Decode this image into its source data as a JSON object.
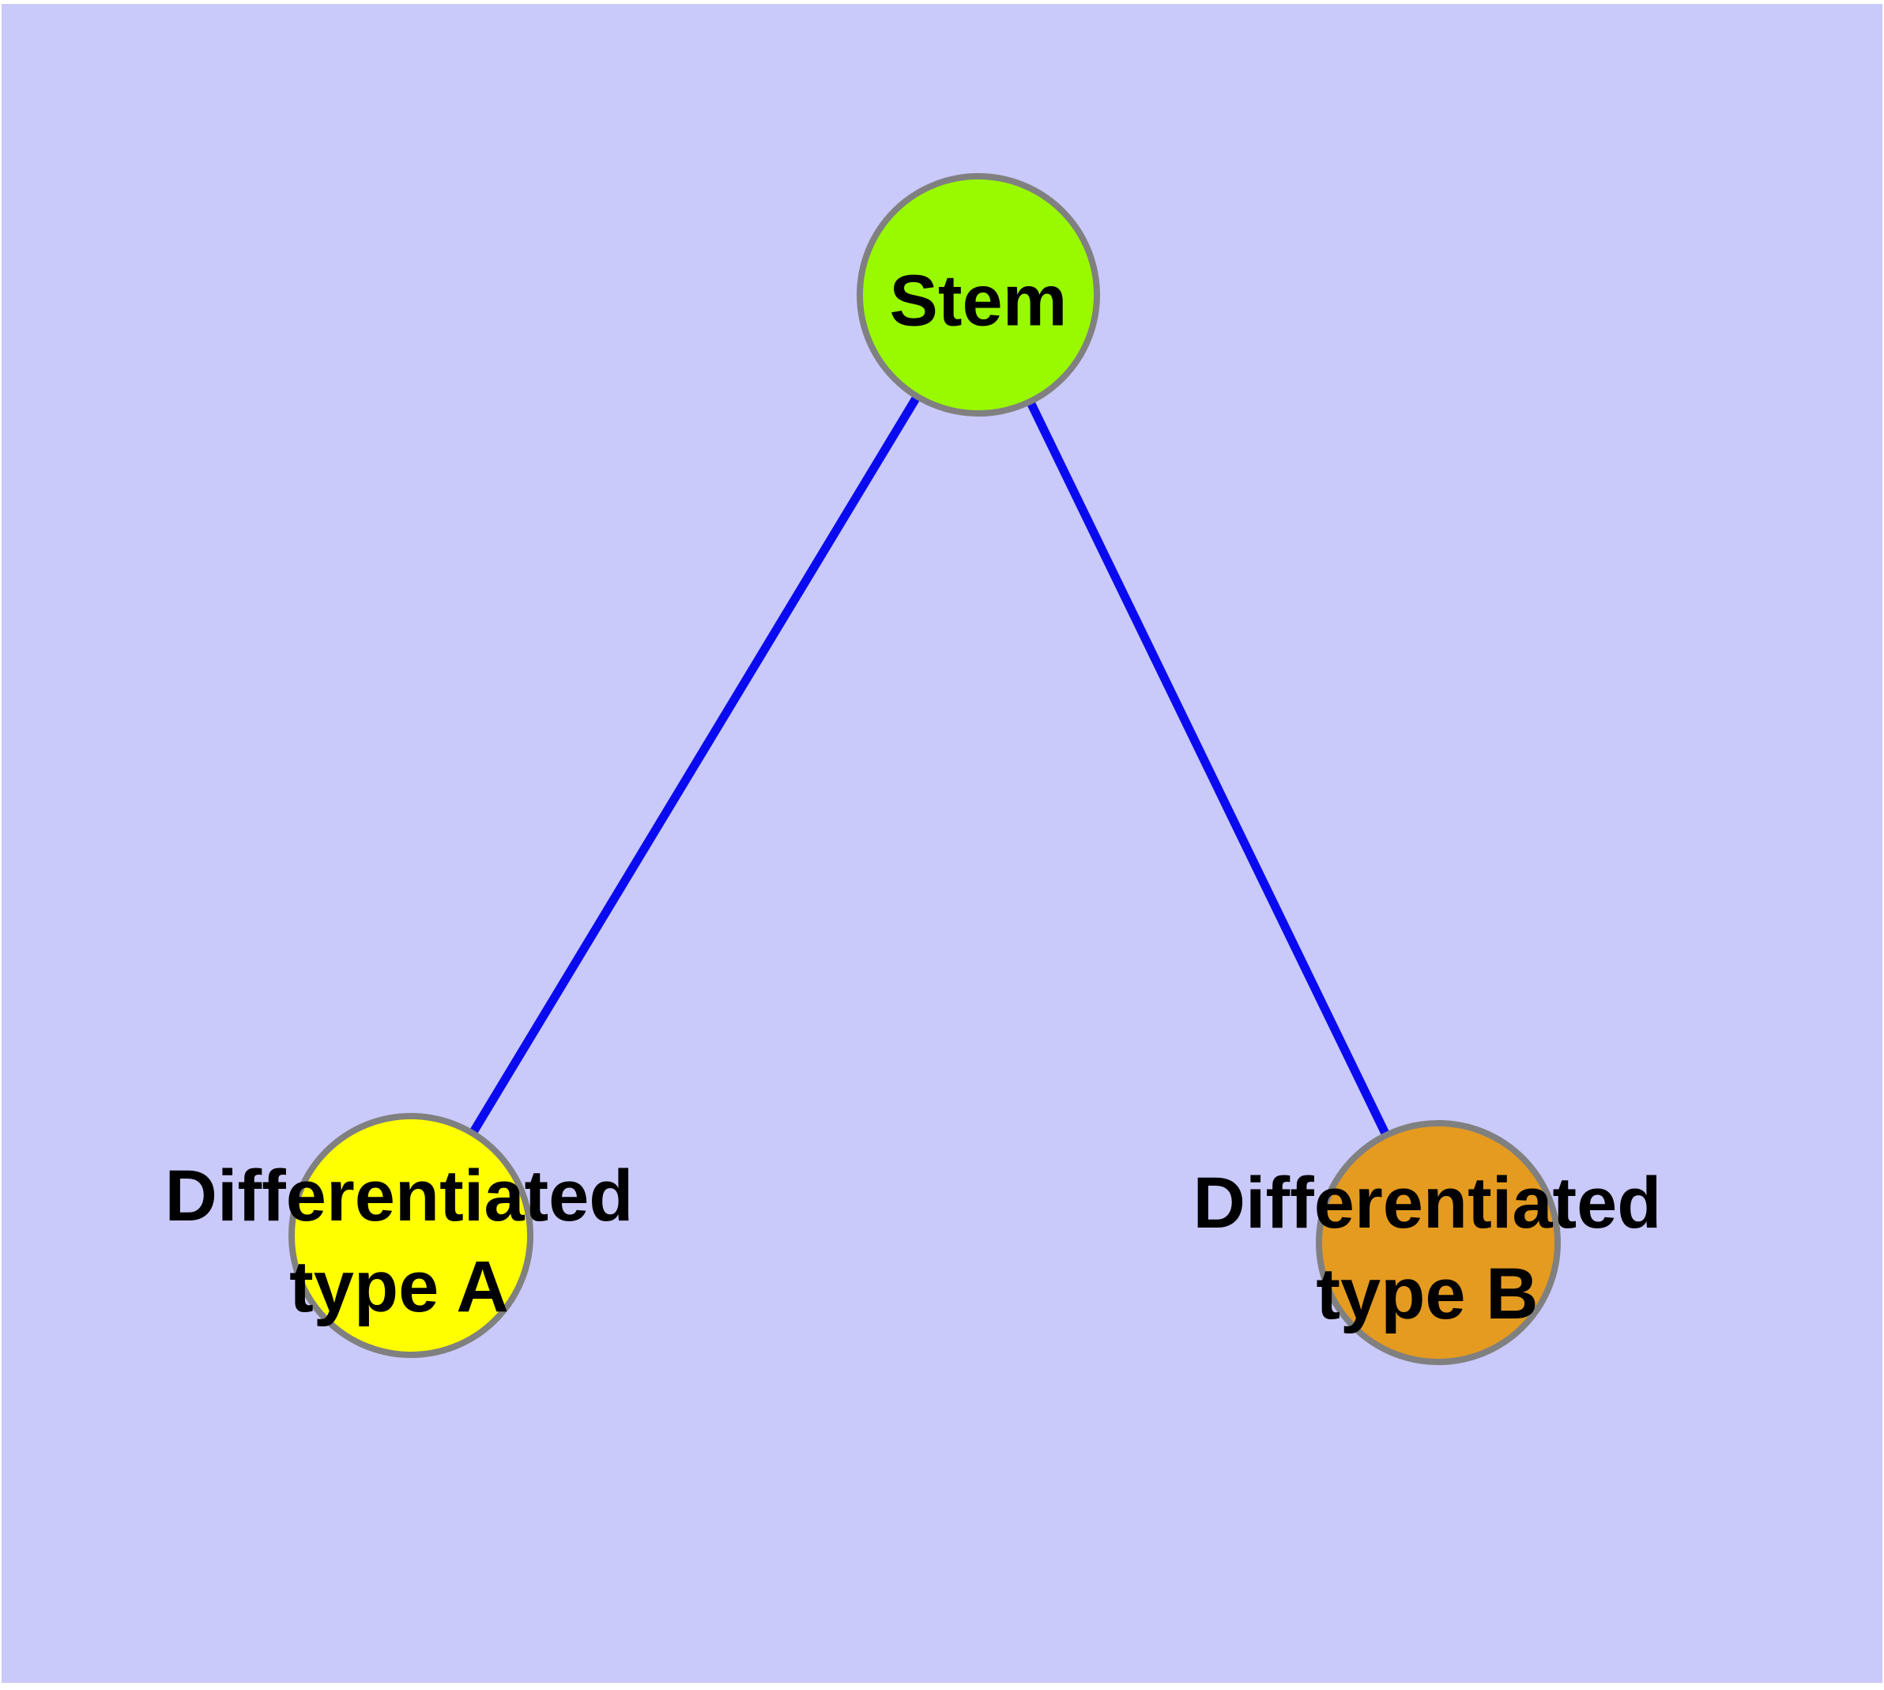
{
  "diagram": {
    "background_color": "#C9C9FA",
    "frame_color": "#FFFFFF",
    "edge_color": "#0A0AF0",
    "node_border_color": "#808080",
    "label_color": "#000000",
    "nodes": [
      {
        "id": "stem",
        "label": "Stem",
        "lines": [
          "Stem"
        ],
        "color": "#99FA00"
      },
      {
        "id": "diff-a",
        "label": "Differentiated type A",
        "lines": [
          "Differentiated",
          "type A"
        ],
        "color": "#FFFF00"
      },
      {
        "id": "diff-b",
        "label": "Differentiated type B",
        "lines": [
          "Differentiated",
          "type B"
        ],
        "color": "#E49B20"
      }
    ],
    "edges": [
      {
        "from": "Stem",
        "to": "Differentiated type A"
      },
      {
        "from": "Stem",
        "to": "Differentiated type B"
      }
    ]
  }
}
